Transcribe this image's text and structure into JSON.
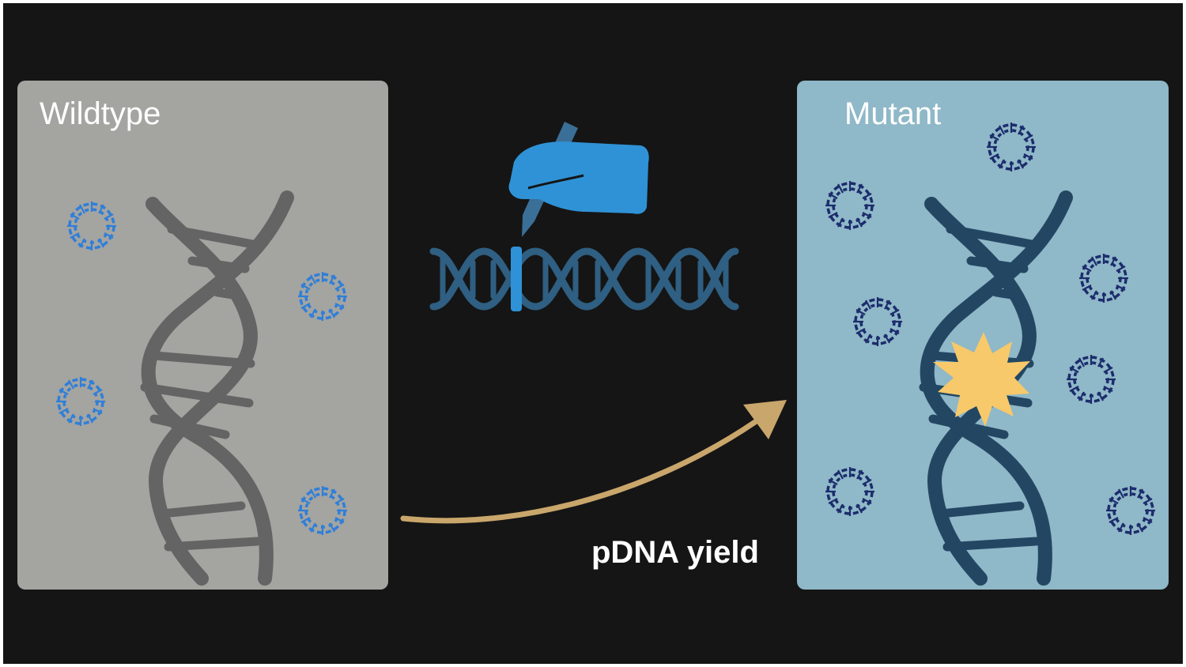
{
  "panels": {
    "left": {
      "title": "Wildtype"
    },
    "right": {
      "title": "Mutant"
    }
  },
  "caption": "pDNA yield",
  "colors": {
    "background": "#151515",
    "wildtype_panel": "#a4a4a1",
    "mutant_panel": "#8fb8c8",
    "wildtype_helix": "#646464",
    "mutant_helix": "#234763",
    "wildtype_plasmid": "#2f7fd8",
    "mutant_plasmid": "#1c2c6c",
    "hand": "#2f92d6",
    "edit_helix": "#2f5f82",
    "mutation_burst": "#f7c96a",
    "arrow": "#c9a66b"
  },
  "icons": {
    "plasmid": "circular-plasmid-icon",
    "helix": "dna-double-helix-icon",
    "editing": "hand-with-pen-editing-dna-icon",
    "mutation": "mutation-burst-icon",
    "arrow": "curved-arrow-icon"
  }
}
